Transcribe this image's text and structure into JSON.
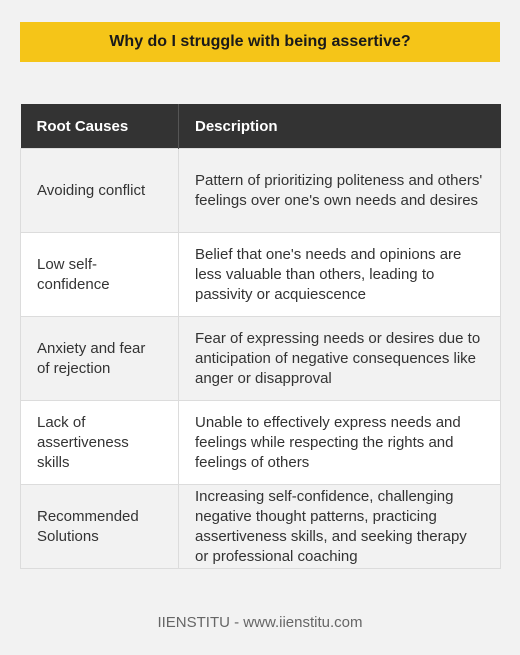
{
  "title": "Why do I struggle with being assertive?",
  "table": {
    "headers": [
      "Root Causes",
      "Description"
    ],
    "rows": [
      {
        "cause": "Avoiding conflict",
        "description": "Pattern of prioritizing politeness and others' feelings over one's own needs and desires"
      },
      {
        "cause": "Low self-confidence",
        "description": "Belief that one's needs and opinions are less valuable than others, leading to passivity or acquiescence"
      },
      {
        "cause": "Anxiety and fear of rejection",
        "description": "Fear of expressing needs or desires due to anticipation of negative consequences like anger or disapproval"
      },
      {
        "cause": "Lack of assertiveness skills",
        "description": "Unable to effectively express needs and feelings while respecting the rights and feelings of others"
      },
      {
        "cause": "Recommended Solutions",
        "description": "Increasing self-confidence, challenging negative thought patterns, practicing assertiveness skills, and seeking therapy or professional coaching"
      }
    ]
  },
  "footer": "IIENSTITU - www.iienstitu.com",
  "colors": {
    "title_background": "#f5c518",
    "header_background": "#333333",
    "page_background": "#f2f2f2"
  }
}
